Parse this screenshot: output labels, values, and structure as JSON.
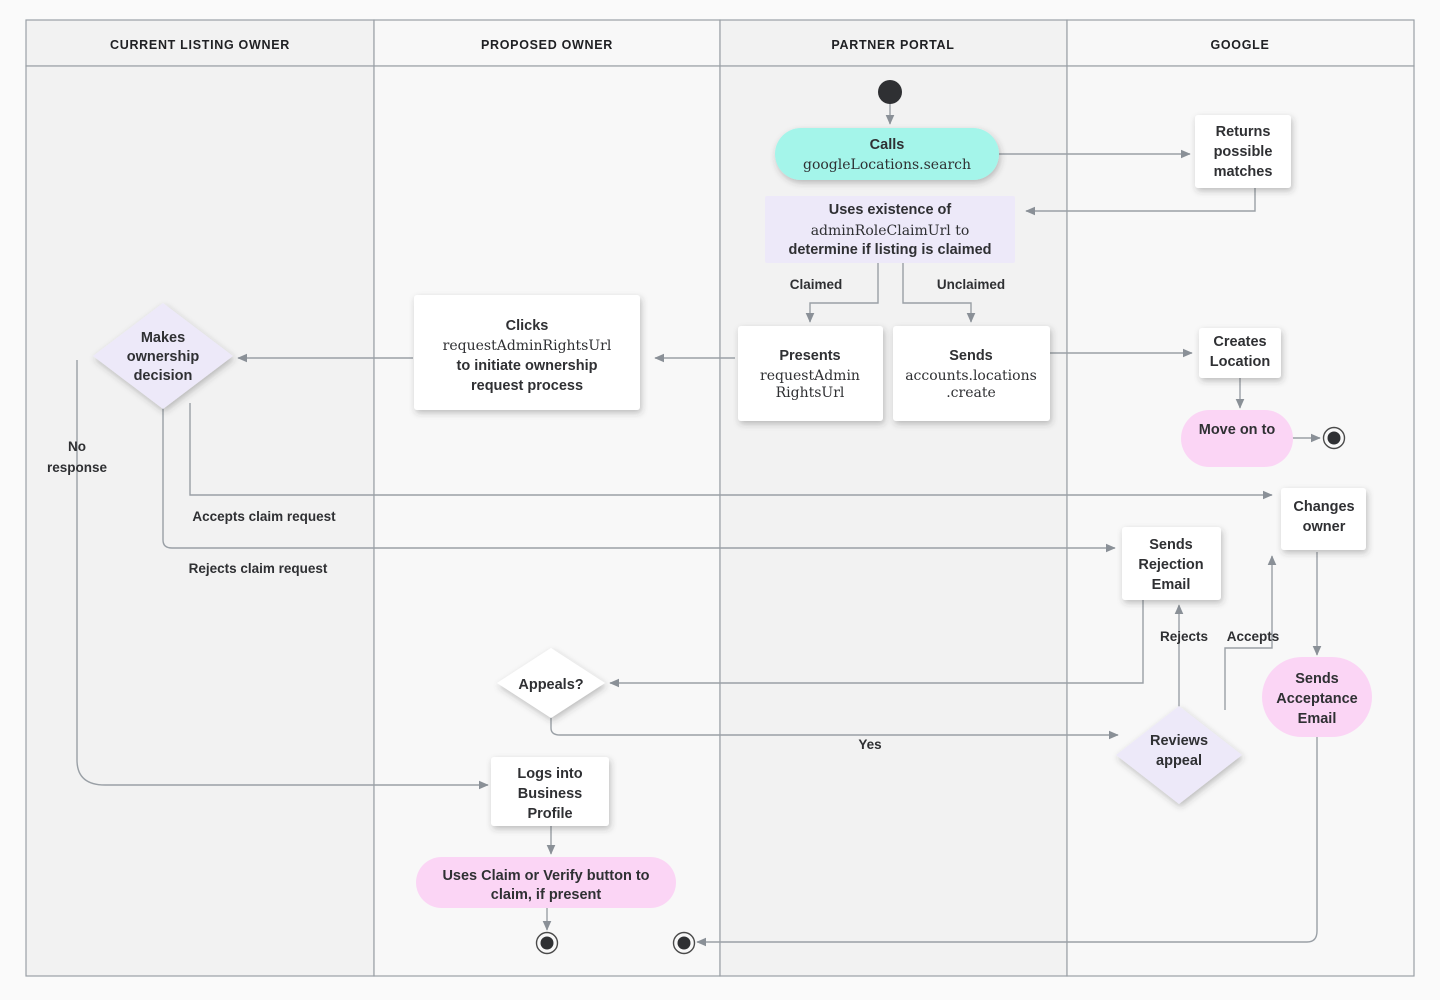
{
  "diagram": {
    "title": "Business Profile listing ownership transfer flow",
    "background": "#FAFAFA",
    "lane_fill_alt": "#F2F2F2",
    "lane_fill": "#F8F8F8",
    "lane_border": "#9AA0A6",
    "line_color": "#9AA0A6",
    "colors": {
      "cyan": "#A4F5EA",
      "lavender": "#EDE9F9",
      "pink": "#FBD5F5",
      "white": "#FFFFFF",
      "text": "#2F3033"
    }
  },
  "lanes": [
    {
      "id": "current-listing-owner",
      "label": "CURRENT LISTING OWNER"
    },
    {
      "id": "proposed-owner",
      "label": "PROPOSED OWNER"
    },
    {
      "id": "partner-portal",
      "label": "PARTNER PORTAL"
    },
    {
      "id": "google",
      "label": "GOOGLE"
    }
  ],
  "nodes": {
    "start": {
      "kind": "start-node",
      "label": ""
    },
    "calls_search": {
      "kind": "rounded-pill",
      "color": "#A4F5EA",
      "lines": [
        {
          "text": "Calls",
          "mono": false
        },
        {
          "text": "googleLocations.search",
          "mono": true
        }
      ]
    },
    "returns_matches": {
      "kind": "process-box",
      "color": "#FFFFFF",
      "lines": [
        {
          "text": "Returns",
          "mono": false
        },
        {
          "text": "possible",
          "mono": false
        },
        {
          "text": "matches",
          "mono": false
        }
      ]
    },
    "uses_existence": {
      "kind": "process-box",
      "color": "#EDE9F9",
      "lines": [
        {
          "text": "Uses existence of",
          "mono": false
        },
        {
          "text": "adminRoleClaimUrl to",
          "mono": "mixed"
        },
        {
          "text": "determine if listing is claimed",
          "mono": false
        }
      ]
    },
    "presents_url": {
      "kind": "process-box",
      "color": "#FFFFFF",
      "lines": [
        {
          "text": "Presents",
          "mono": false
        },
        {
          "text": "requestAdmin",
          "mono": true
        },
        {
          "text": "RightsUrl",
          "mono": true
        }
      ]
    },
    "sends_create": {
      "kind": "process-box",
      "color": "#FFFFFF",
      "lines": [
        {
          "text": "Sends",
          "mono": false
        },
        {
          "text": "accounts.locations",
          "mono": true
        },
        {
          "text": ".create",
          "mono": true
        }
      ]
    },
    "creates_location": {
      "kind": "process-box",
      "color": "#FFFFFF",
      "lines": [
        {
          "text": "Creates",
          "mono": false
        },
        {
          "text": "Location",
          "mono": false
        }
      ]
    },
    "move_on_to": {
      "kind": "rounded-pill",
      "color": "#FBD5F5",
      "lines": [
        {
          "text": "Move on to",
          "mono": false
        }
      ]
    },
    "end_google": {
      "kind": "end-node",
      "label": ""
    },
    "clicks_request": {
      "kind": "process-box",
      "color": "#FFFFFF",
      "lines": [
        {
          "text": "Clicks",
          "mono": false
        },
        {
          "text": "requestAdminRightsUrl",
          "mono": true
        },
        {
          "text": "to initiate ownership",
          "mono": false
        },
        {
          "text": "request process",
          "mono": false
        }
      ]
    },
    "makes_decision": {
      "kind": "decision-diamond",
      "color": "#EDE9F9",
      "lines": [
        {
          "text": "Makes",
          "mono": false
        },
        {
          "text": "ownership",
          "mono": false
        },
        {
          "text": "decision",
          "mono": false
        }
      ]
    },
    "changes_owner": {
      "kind": "process-box",
      "color": "#FFFFFF",
      "lines": [
        {
          "text": "Changes",
          "mono": false
        },
        {
          "text": "owner",
          "mono": false
        }
      ]
    },
    "sends_rejection": {
      "kind": "process-box",
      "color": "#FFFFFF",
      "lines": [
        {
          "text": "Sends",
          "mono": false
        },
        {
          "text": "Rejection",
          "mono": false
        },
        {
          "text": "Email",
          "mono": false
        }
      ]
    },
    "sends_acceptance": {
      "kind": "rounded-pill",
      "color": "#FBD5F5",
      "lines": [
        {
          "text": "Sends",
          "mono": false
        },
        {
          "text": "Acceptance",
          "mono": false
        },
        {
          "text": "Email",
          "mono": false
        }
      ]
    },
    "appeals": {
      "kind": "decision-diamond",
      "color": "#FFFFFF",
      "lines": [
        {
          "text": "Appeals?",
          "mono": false
        }
      ]
    },
    "reviews_appeal": {
      "kind": "decision-diamond",
      "color": "#EDE9F9",
      "lines": [
        {
          "text": "Reviews",
          "mono": false
        },
        {
          "text": "appeal",
          "mono": false
        }
      ]
    },
    "logs_into": {
      "kind": "process-box",
      "color": "#FFFFFF",
      "lines": [
        {
          "text": "Logs into",
          "mono": false
        },
        {
          "text": "Business",
          "mono": false
        },
        {
          "text": "Profile",
          "mono": false
        }
      ]
    },
    "uses_claim_button": {
      "kind": "rounded-pill",
      "color": "#FBD5F5",
      "lines": [
        {
          "text": "Uses Claim or Verify button to",
          "mono": false
        },
        {
          "text": "claim, if present",
          "mono": false
        }
      ]
    },
    "end_proposed": {
      "kind": "end-node",
      "label": ""
    },
    "end_partner": {
      "kind": "end-node",
      "label": ""
    }
  },
  "edge_labels": {
    "claimed": "Claimed",
    "unclaimed": "Unclaimed",
    "no_response": {
      "line1": "No",
      "line2": "response"
    },
    "accepts_claim": "Accepts claim request",
    "rejects_claim": "Rejects claim request",
    "rejects": "Rejects",
    "accepts": "Accepts",
    "yes": "Yes"
  }
}
